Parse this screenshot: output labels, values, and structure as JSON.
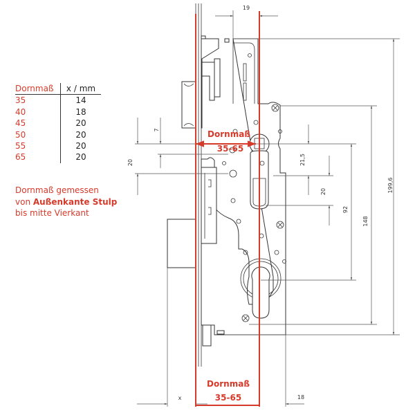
{
  "table": {
    "header": {
      "col1": "Dornmaß",
      "col2": "x / mm"
    },
    "rows": [
      {
        "dornmass": "35",
        "x": "14"
      },
      {
        "dornmass": "40",
        "x": "18"
      },
      {
        "dornmass": "45",
        "x": "20"
      },
      {
        "dornmass": "50",
        "x": "20"
      },
      {
        "dornmass": "55",
        "x": "20"
      },
      {
        "dornmass": "65",
        "x": "20"
      }
    ]
  },
  "note": {
    "line1": "Dornmaß gemessen",
    "line2_prefix": "von ",
    "line2_bold": "Außenkante Stulp",
    "line3": "bis mitte Vierkant"
  },
  "drawing": {
    "dim_top": "19",
    "dim_total_height": "199,6",
    "dim_148": "148",
    "dim_92": "92",
    "dim_21_5": "21,5",
    "dim_20_right": "20",
    "dim_7": "7",
    "dim_20_left": "20",
    "dim_x": "x",
    "dim_18": "18",
    "dornmass_label": "Dornmaß",
    "dornmass_range": "35-65"
  },
  "colors": {
    "accent_red": "#d63a2a",
    "line": "#333333"
  }
}
